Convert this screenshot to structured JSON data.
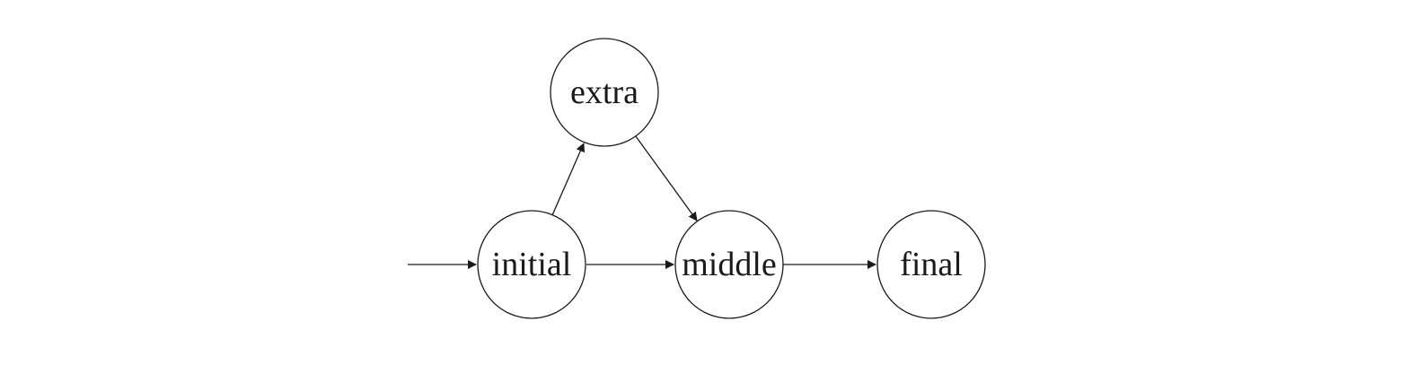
{
  "diagram": {
    "type": "state-diagram",
    "nodes": [
      {
        "id": "initial",
        "label": "initial"
      },
      {
        "id": "extra",
        "label": "extra"
      },
      {
        "id": "middle",
        "label": "middle"
      },
      {
        "id": "final",
        "label": "final"
      }
    ],
    "edges": [
      {
        "from": "",
        "to": "initial"
      },
      {
        "from": "initial",
        "to": "extra"
      },
      {
        "from": "extra",
        "to": "middle"
      },
      {
        "from": "initial",
        "to": "middle"
      },
      {
        "from": "middle",
        "to": "final"
      }
    ]
  }
}
